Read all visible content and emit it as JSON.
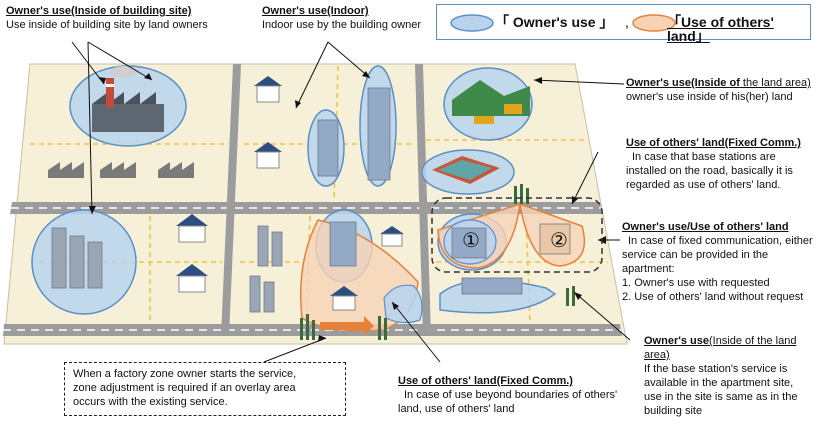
{
  "title_left": {
    "head": "Owner's use(Inside of building site)",
    "body": "Use inside of building site by land owners"
  },
  "title_indoor": {
    "head": "Owner's use(Indoor)",
    "body": "Indoor use by the building owner"
  },
  "legend": {
    "owner_label": "「 Owner's use 」",
    "sep": ",",
    "others_label": "「Use of others' land」"
  },
  "land_area": {
    "head_a": "Owner's use(Inside of",
    "head_b": " the land area)",
    "body": "owner's use inside of his(her) land"
  },
  "fixed1": {
    "head": "Use of others' land(Fixed Comm.)",
    "l1": "In case that base stations are",
    "l2": "installed on the road, basically it is",
    "l3": "regarded as use of others' land."
  },
  "apartment": {
    "head": "Owner's use/Use of others' land",
    "l1": "In case of fixed communication, either",
    "l2": "service can be provided in the",
    "l3": "apartment:",
    "l4": "1. Owner's use with requested",
    "l5": "2. Use of others' land without request"
  },
  "apartment_site": {
    "head_a": "Owner's use",
    "head_b": "(Inside of the land",
    "head_c": "area)",
    "l1": "If the base station's service is",
    "l2": "available in the apartment site,",
    "l3": "use in the site is same as in the",
    "l4": "building site"
  },
  "fixed2": {
    "head": "Use of others' land(Fixed Comm.)",
    "l1": "In case of use beyond boundaries of others'",
    "l2": "land, use of others' land"
  },
  "factory_note": {
    "l1": "When a factory zone owner starts the service,",
    "l2": "zone adjustment is required if an overlay area",
    "l3": "occurs with the existing service."
  },
  "markers": {
    "one": "①",
    "two": "②"
  },
  "icons": [
    "factory-icon",
    "house-icon",
    "building-icon",
    "tractor-icon",
    "farm-icon",
    "antenna-icon"
  ],
  "colors": {
    "owner_fill": "#b9d3ee",
    "owner_stroke": "#5b8fc6",
    "others_fill": "#f7d3b6",
    "others_stroke": "#e4823c",
    "map": "#f5efd7",
    "road": "#9a9a9a"
  }
}
